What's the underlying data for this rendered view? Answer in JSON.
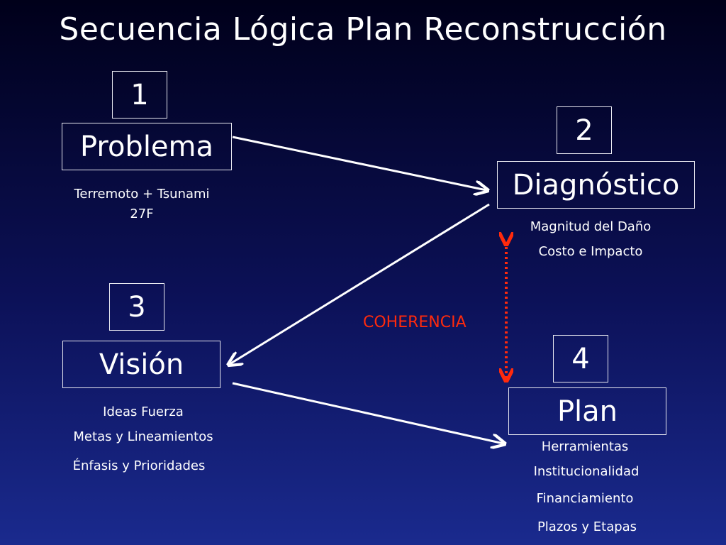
{
  "title": "Secuencia Lógica Plan Reconstrucción",
  "steps": [
    {
      "number": "1",
      "label": "Problema",
      "notes": [
        "Terremoto + Tsunami",
        "27F"
      ]
    },
    {
      "number": "2",
      "label": "Diagnóstico",
      "notes": [
        "Magnitud del Daño",
        "Costo e Impacto"
      ]
    },
    {
      "number": "3",
      "label": "Visión",
      "notes": [
        "Ideas Fuerza",
        "Metas y Lineamientos",
        "Énfasis y Prioridades"
      ]
    },
    {
      "number": "4",
      "label": "Plan",
      "notes": [
        "Herramientas",
        "Institucionalidad",
        "Financiamiento",
        "Plazos y Etapas"
      ]
    }
  ],
  "coherence_label": "COHERENCIA",
  "colors": {
    "background_top": "#00001a",
    "background_bottom": "#1a2a8e",
    "text": "#ffffff",
    "coherence": "#ff2a0c",
    "arrow": "#ffffff"
  }
}
